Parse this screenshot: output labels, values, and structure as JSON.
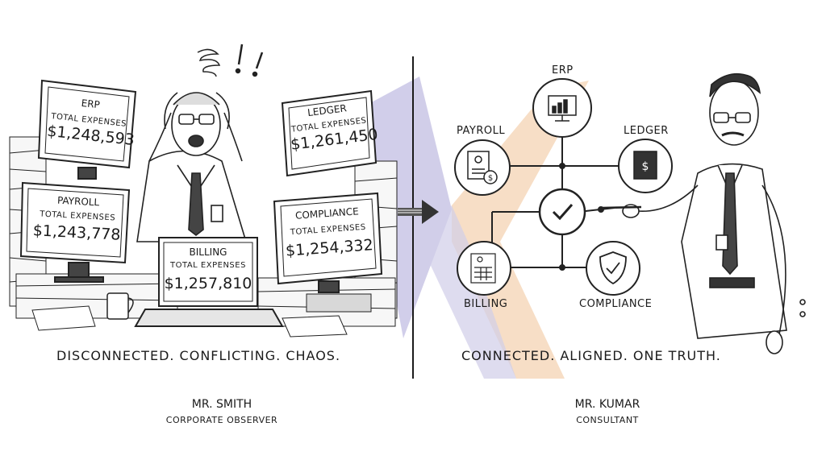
{
  "left_panel": {
    "monitors": [
      {
        "id": "erp",
        "title": "ERP",
        "label": "TOTAL EXPENSES",
        "value": "$1,248,593"
      },
      {
        "id": "ledger",
        "title": "LEDGER",
        "label": "TOTAL EXPENSES",
        "value": "$1,261,450"
      },
      {
        "id": "payroll",
        "title": "PAYROLL",
        "label": "TOTAL EXPENSES",
        "value": "$1,243,778"
      },
      {
        "id": "billing",
        "title": "BILLING",
        "label": "TOTAL EXPENSES",
        "value": "$1,257,810"
      },
      {
        "id": "compliance",
        "title": "COMPLIANCE",
        "label": "TOTAL EXPENSES",
        "value": "$1,254,332"
      }
    ],
    "caption": "DISCONNECTED. CONFLICTING. CHAOS.",
    "person": {
      "name": "MR. SMITH",
      "role": "CORPORATE OBSERVER"
    }
  },
  "right_panel": {
    "nodes": {
      "erp": "ERP",
      "payroll": "PAYROLL",
      "ledger": "LEDGER",
      "billing": "BILLING",
      "compliance": "COMPLIANCE"
    },
    "caption": "CONNECTED. ALIGNED.  ONE TRUTH.",
    "person": {
      "name": "MR. KUMAR",
      "role": "CONSULTANT"
    }
  },
  "colors": {
    "ink": "#1b1b1b",
    "logo_purple": "#c9c6e6",
    "logo_orange": "#f6d9bd"
  },
  "icons": [
    "stress-scribble-icon",
    "exclamation-icon",
    "arrow-right-icon",
    "monitor-chart-icon",
    "document-dollar-icon",
    "book-dollar-icon",
    "checkmark-icon",
    "spreadsheet-icon",
    "shield-check-icon",
    "coffee-mug-icon"
  ]
}
